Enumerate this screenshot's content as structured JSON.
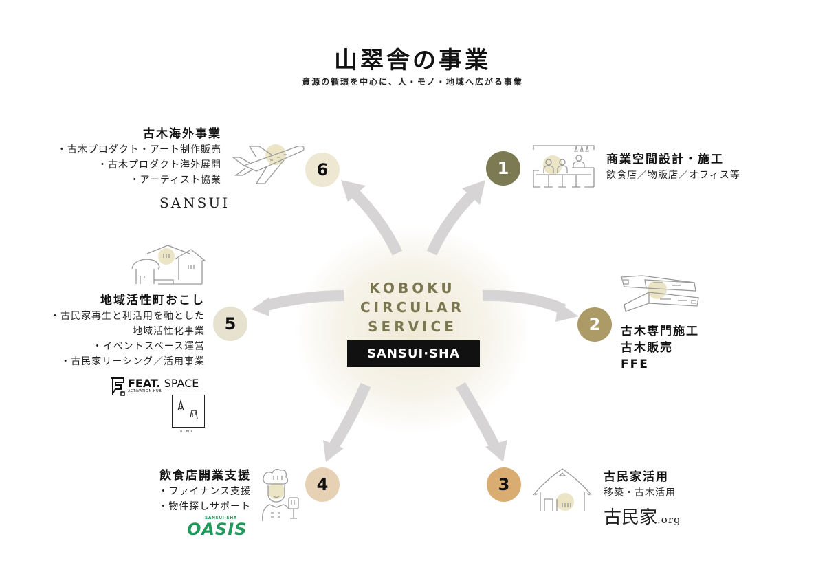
{
  "header": {
    "title": "山翠舎の事業",
    "subtitle": "資源の循環を中心に、人・モノ・地域へ広がる事業"
  },
  "center": {
    "lines": [
      "KOBOKU",
      "CIRCULAR",
      "SERVICE"
    ],
    "brand": "SANSUI·SHA",
    "text_color": "#7a7650"
  },
  "businesses": [
    {
      "number": "1",
      "color": "#7c7a52",
      "text_color": "#ffffff",
      "title": "商業空間設計・施工",
      "lines": [
        "飲食店／物販店／オフィス等"
      ],
      "icon": "restaurant-interior-icon"
    },
    {
      "number": "2",
      "color": "#ad9b67",
      "text_color": "#ffffff",
      "title_lines": [
        "古木専門施工",
        "古木販売",
        "FFE"
      ],
      "icon": "timber-planks-icon"
    },
    {
      "number": "3",
      "color": "#d9ad72",
      "text_color": "#111111",
      "title": "古民家活用",
      "lines": [
        "移築・古木活用"
      ],
      "logo": {
        "main": "古民家",
        "suffix": ".org"
      },
      "icon": "thatched-house-icon"
    },
    {
      "number": "4",
      "color": "#e7d1b5",
      "text_color": "#111111",
      "title": "飲食店開業支援",
      "lines": [
        "・ファイナンス支援",
        "・物件探しサポート"
      ],
      "logo": {
        "sub": "SANSUI-SHA",
        "main": "OASIS",
        "color": "#1f9a5c"
      },
      "icon": "chef-icon"
    },
    {
      "number": "5",
      "color": "#e6e2cf",
      "text_color": "#111111",
      "title": "地域活性町おこし",
      "lines": [
        "・古民家再生と利活用を軸とした",
        "地域活性化事業",
        "・イベントスペース運営",
        "・古民家リーシング／活用事業"
      ],
      "logos": [
        {
          "main": "FEAT.",
          "second": "SPACE",
          "sub": "ACTIVATION HUB"
        },
        {
          "label": "alma"
        }
      ],
      "icon": "village-houses-icon"
    },
    {
      "number": "6",
      "color": "#eee8d3",
      "text_color": "#111111",
      "title": "古木海外事業",
      "lines": [
        "・古木プロダクト・アート制作販売",
        "・古木プロダクト海外展開",
        "・アーティスト協業"
      ],
      "logo": {
        "main": "SANSUI"
      },
      "icon": "airplane-icon"
    }
  ],
  "colors": {
    "arrow": "#d6d4d4",
    "icon_stroke": "#9a9a9a",
    "icon_highlight": "#ebe5c6"
  }
}
